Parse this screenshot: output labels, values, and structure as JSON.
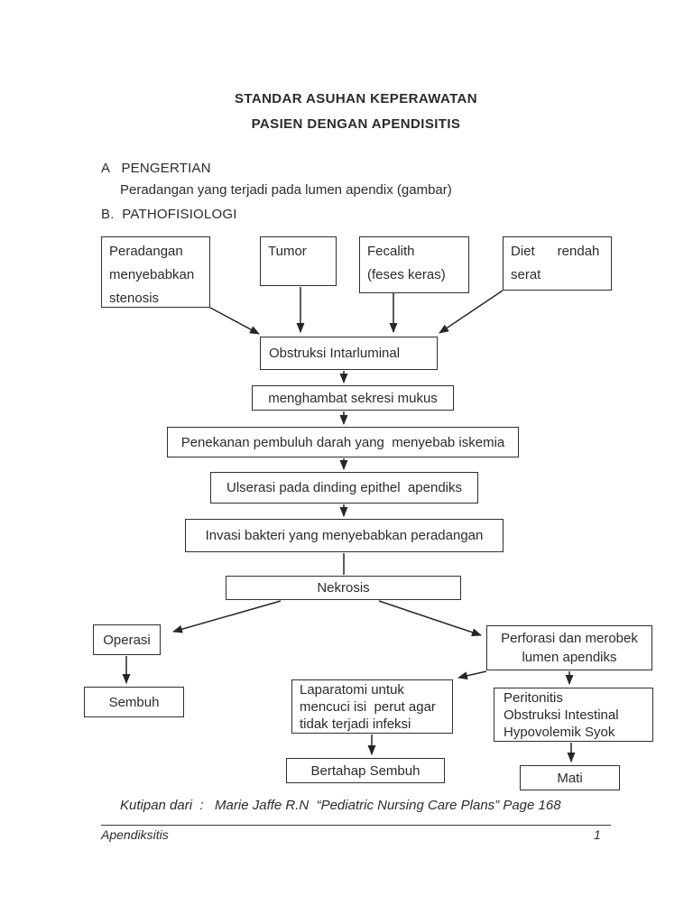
{
  "document": {
    "title_line1": "STANDAR ASUHAN KEPERAWATAN",
    "title_line2": "PASIEN DENGAN APENDISITIS",
    "section_a_label": "A   PENGERTIAN",
    "section_a_body": "Peradangan yang terjadi pada lumen apendix (gambar)",
    "section_b_label": "B.  PATHOFISIOLOGI"
  },
  "flowchart": {
    "boxes": {
      "peradangan": "Peradangan\nmenyebabkan\nstenosis",
      "tumor": "Tumor",
      "fecalith": "Fecalith\n(feses keras)",
      "diet": "Diet      rendah\nserat",
      "obstruksi": "Obstruksi Intarluminal",
      "menghambat": "menghambat sekresi mukus",
      "penekanan": "Penekanan pembuluh darah yang  menyebab iskemia",
      "ulserasi": "Ulserasi pada dinding epithel  apendiks",
      "invasi": "Invasi bakteri yang menyebabkan peradangan",
      "nekrosis": "Nekrosis",
      "operasi": "Operasi",
      "perforasi": "Perforasi dan merobek\nlumen apendiks",
      "sembuh": "Sembuh",
      "laparatomi": "Laparatomi untuk\nmencuci isi  perut agar\ntidak terjadi infeksi",
      "peritonitis": "Peritonitis\nObstruksi Intestinal\nHypovolemik Syok",
      "bertahap": "Bertahap Sembuh",
      "mati": "Mati"
    }
  },
  "footer": {
    "citation": "Kutipan dari  :   Marie Jaffe R.N  “Pediatric Nursing Care Plans” Page 168",
    "doc_title": "Apendiksitis",
    "page_number": "1"
  },
  "colors": {
    "ink": "#2b2b2b",
    "page_background": "#ffffff"
  }
}
